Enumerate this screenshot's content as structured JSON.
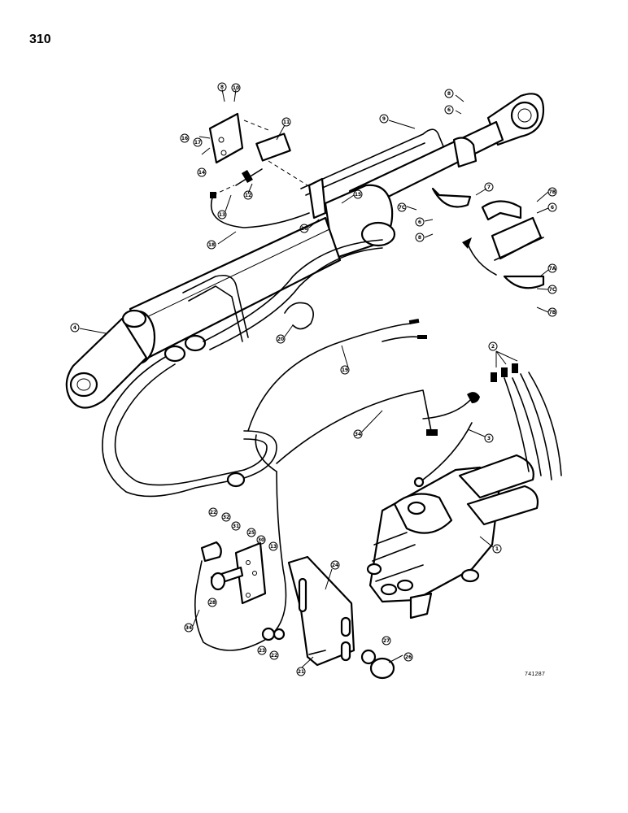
{
  "page": {
    "number": "310",
    "drawing_code": "741287"
  },
  "callouts": [
    {
      "id": "c8a",
      "label": "8"
    },
    {
      "id": "c10",
      "label": "10"
    },
    {
      "id": "c16a",
      "label": "16"
    },
    {
      "id": "c17",
      "label": "17"
    },
    {
      "id": "c14",
      "label": "14"
    },
    {
      "id": "c11",
      "label": "11"
    },
    {
      "id": "c12",
      "label": "12"
    },
    {
      "id": "c13",
      "label": "13"
    },
    {
      "id": "c9",
      "label": "9"
    },
    {
      "id": "c15",
      "label": "15"
    },
    {
      "id": "c16b",
      "label": "16"
    },
    {
      "id": "c18",
      "label": "18"
    },
    {
      "id": "c8b",
      "label": "8"
    },
    {
      "id": "c6a",
      "label": "6"
    },
    {
      "id": "c7",
      "label": "7"
    },
    {
      "id": "c7c",
      "label": "7C"
    },
    {
      "id": "c6b",
      "label": "6"
    },
    {
      "id": "c8c",
      "label": "8"
    },
    {
      "id": "c7b",
      "label": "7B"
    },
    {
      "id": "c6c",
      "label": "6"
    },
    {
      "id": "c7a",
      "label": "7A"
    },
    {
      "id": "c7cb",
      "label": "7C"
    },
    {
      "id": "c7bb",
      "label": "7B"
    },
    {
      "id": "c4",
      "label": "4"
    },
    {
      "id": "c20",
      "label": "20"
    },
    {
      "id": "c19",
      "label": "19"
    },
    {
      "id": "c2",
      "label": "2"
    },
    {
      "id": "c34a",
      "label": "34"
    },
    {
      "id": "c3",
      "label": "3"
    },
    {
      "id": "c1",
      "label": "1"
    },
    {
      "id": "c22a",
      "label": "22"
    },
    {
      "id": "c32",
      "label": "32"
    },
    {
      "id": "c31",
      "label": "31"
    },
    {
      "id": "c25",
      "label": "25"
    },
    {
      "id": "c30",
      "label": "30"
    },
    {
      "id": "c13b",
      "label": "13"
    },
    {
      "id": "c24",
      "label": "24"
    },
    {
      "id": "c28",
      "label": "28"
    },
    {
      "id": "c34b",
      "label": "34"
    },
    {
      "id": "c23",
      "label": "23"
    },
    {
      "id": "c22b",
      "label": "22"
    },
    {
      "id": "c21",
      "label": "21"
    },
    {
      "id": "c27",
      "label": "27"
    },
    {
      "id": "c26",
      "label": "26"
    }
  ]
}
